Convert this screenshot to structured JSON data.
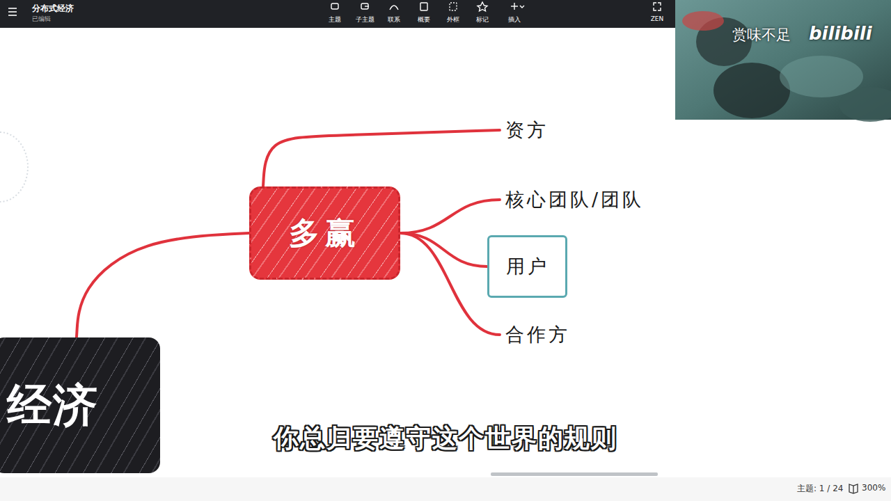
{
  "diagram": {
    "title": "分布式经济",
    "nodes": [
      {
        "text": [
          "经济"
        ]
      },
      {
        "text": [
          "多赢"
        ]
      },
      {
        "text": [
          "资方"
        ]
      },
      {
        "text": [
          "核心团队/团队"
        ]
      },
      {
        "text": [
          "用户"
        ]
      },
      {
        "text": [
          "合作方"
        ]
      }
    ],
    "edges": [
      {
        "from": 0,
        "to": 1,
        "arrow": "none"
      },
      {
        "from": 1,
        "to": 2,
        "arrow": "none"
      },
      {
        "from": 1,
        "to": 3,
        "arrow": "none"
      },
      {
        "from": 1,
        "to": 4,
        "arrow": "none"
      },
      {
        "from": 1,
        "to": 5,
        "arrow": "none"
      }
    ],
    "labels": [
      "已编辑",
      "主题",
      "子主题",
      "联系",
      "概要",
      "外框",
      "标记",
      "插入",
      "ZEN",
      "赏味不足",
      "bilibili",
      "你总归要遵守这个世界的规则",
      "主题: 1 / 24",
      "300%"
    ]
  }
}
